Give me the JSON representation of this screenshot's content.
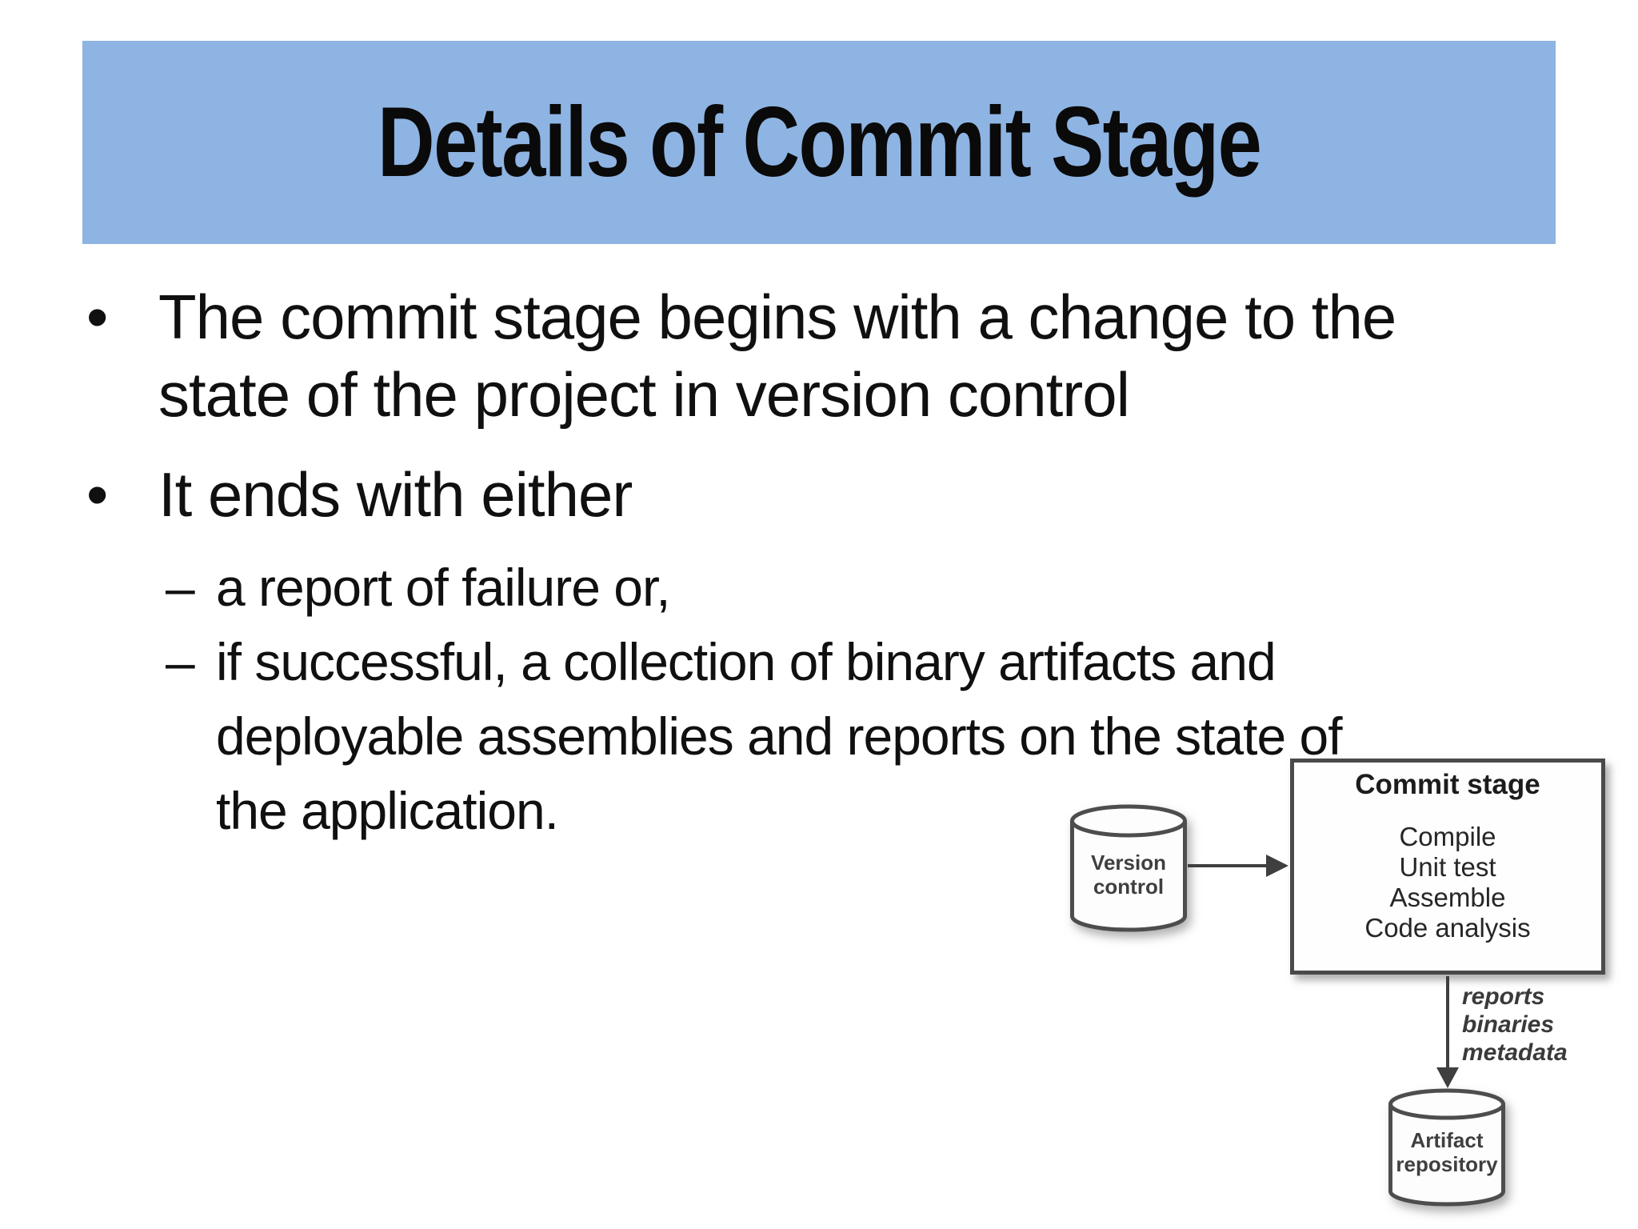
{
  "slide": {
    "title": "Details of Commit Stage",
    "body": {
      "b1": {
        "marker": "•",
        "lines": [
          "The commit stage begins with a change to the",
          "state of the project in version control"
        ]
      },
      "b2": {
        "marker": "•",
        "lines": [
          "It ends with either"
        ]
      },
      "s1": {
        "marker": "–",
        "lines": [
          "a report of failure or,"
        ]
      },
      "s2": {
        "marker": "–",
        "lines": [
          "if successful, a collection of binary artifacts and",
          "deployable assemblies and reports on the state of",
          "the application."
        ]
      }
    },
    "diagram": {
      "version_control": {
        "lines": [
          "Version",
          "control"
        ]
      },
      "commit_stage": {
        "title": "Commit stage",
        "items": [
          "Compile",
          "Unit test",
          "Assemble",
          "Code analysis"
        ]
      },
      "artifact_flow_labels": [
        "reports",
        "binaries",
        "metadata"
      ],
      "artifact_repository": {
        "lines": [
          "Artifact",
          "repository"
        ]
      }
    },
    "colors": {
      "banner": "#8EB4E3",
      "title_text": "#0a0a0a",
      "body_text": "#101010",
      "diagram_stroke": "#4a4a4a"
    }
  }
}
